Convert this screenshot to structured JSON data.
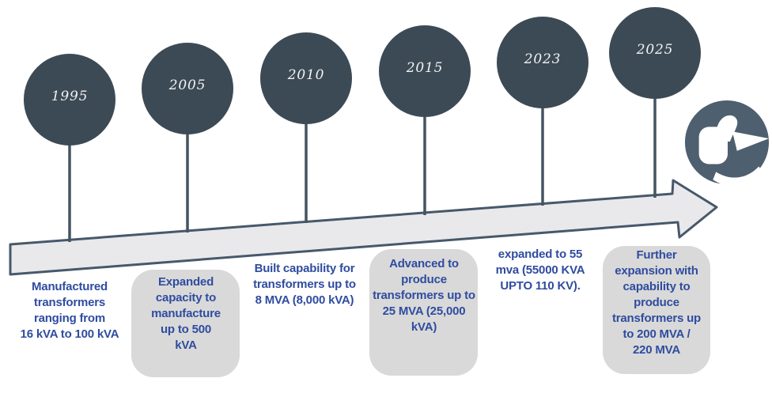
{
  "diagram": {
    "type": "timeline",
    "milestones": [
      {
        "year": "1995",
        "boxed": false,
        "text": "Manufactured\ntransformers\nranging from\n16 kVA to 100 kVA"
      },
      {
        "year": "2005",
        "boxed": true,
        "text": "Expanded\ncapacity to\nmanufacture\nup to 500\nkVA"
      },
      {
        "year": "2010",
        "boxed": false,
        "text": "Built capability for\ntransformers up to\n8 MVA (8,000 kVA)"
      },
      {
        "year": "2015",
        "boxed": true,
        "text": "Advanced to\nproduce\ntransformers up to\n25 MVA (25,000\nkVA)"
      },
      {
        "year": "2023",
        "boxed": false,
        "text": "expanded to 55\nmva (55000 KVA\nUPTO 110 KV)."
      },
      {
        "year": "2025",
        "boxed": true,
        "text": "Further\nexpansion with\ncapability to\nproduce\ntransformers up\nto 200 MVA /\n220 MVA"
      }
    ],
    "icons": {
      "end_badge": "thumbs-up-icon"
    },
    "palette": {
      "circle_fill": "#3C4A55",
      "stem": "#445460",
      "arrow_fill": "#E9E9EB",
      "arrow_stroke": "#47586B",
      "box_fill": "#D9D9D9",
      "text_blue": "#2F4C9F",
      "badge_fill": "#4E5F6F",
      "year_text": "#F2F2F2"
    }
  }
}
